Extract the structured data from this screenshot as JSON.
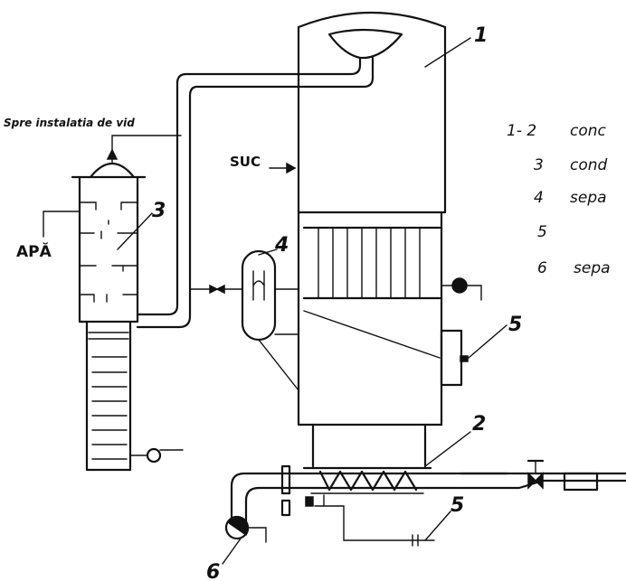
{
  "labels": {
    "vacuum": "Spre instalatia de vid",
    "water": "APĂ",
    "juice": "SUC",
    "n1": "1",
    "n2": "2",
    "n3": "3",
    "n4": "4",
    "n5a": "5",
    "n5b": "5",
    "n6": "6"
  },
  "legend": [
    {
      "num": "1- 2",
      "text": "conc"
    },
    {
      "num": "3",
      "text": "cond"
    },
    {
      "num": "4",
      "text": "sepa"
    },
    {
      "num": "5",
      "text": ""
    },
    {
      "num": "6",
      "text": "sepa"
    }
  ]
}
